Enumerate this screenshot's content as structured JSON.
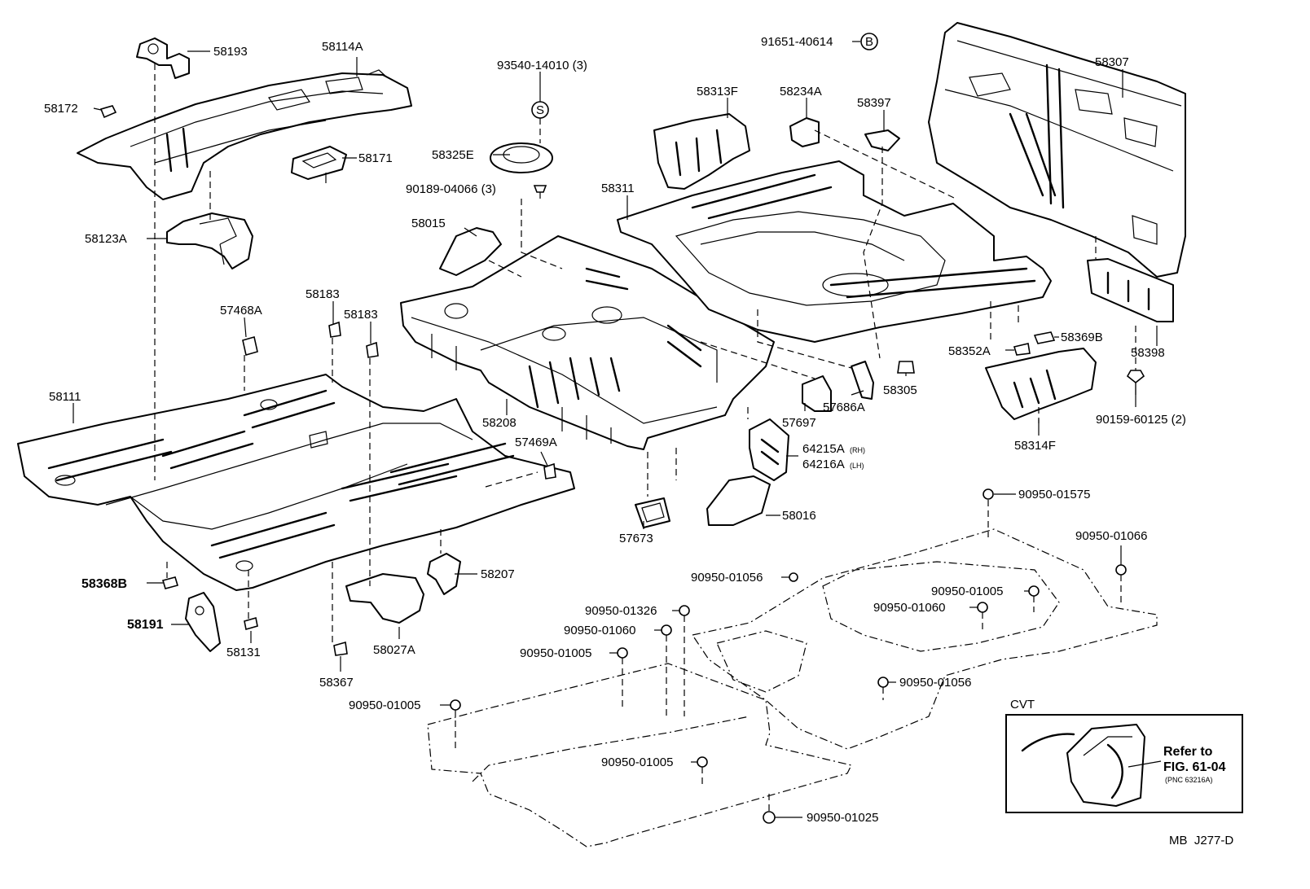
{
  "diagram_id": "MB  J277-D",
  "labels": {
    "p58193": "58193",
    "p58114A": "58114A",
    "p58172": "58172",
    "p58171": "58171",
    "p58123A": "58123A",
    "p93540": "93540-14010 (3)",
    "pS": "S",
    "p58325E": "58325E",
    "p90189": "90189-04066 (3)",
    "p91651": "91651-40614",
    "pB": "B",
    "p58313F": "58313F",
    "p58234A": "58234A",
    "p58397": "58397",
    "p58307": "58307",
    "p58311": "58311",
    "p58015": "58015",
    "p58183a": "58183",
    "p58183b": "58183",
    "p57468A": "57468A",
    "p58111": "58111",
    "p58208": "58208",
    "p57697": "57697",
    "p57686A": "57686A",
    "p58305": "58305",
    "p58352A": "58352A",
    "p58369B": "58369B",
    "p58398": "58398",
    "p90159": "90159-60125 (2)",
    "p58314F": "58314F",
    "p64215A": "64215A",
    "p64215A_sfx": "(RH)",
    "p64216A": "64216A",
    "p64216A_sfx": "(LH)",
    "p57469A": "57469A",
    "p57673": "57673",
    "p58016": "58016",
    "p58368B": "58368B",
    "p58207": "58207",
    "p58191": "58191",
    "p58131": "58131",
    "p58027A": "58027A",
    "p58367": "58367",
    "p90950_01575": "90950-01575",
    "p90950_01066": "90950-01066",
    "p90950_01056a": "90950-01056",
    "p90950_01005a": "90950-01005",
    "p90950_01060a": "90950-01060",
    "p90950_01326": "90950-01326",
    "p90950_01060b": "90950-01060",
    "p90950_01005b": "90950-01005",
    "p90950_01056b": "90950-01056",
    "p90950_01005c": "90950-01005",
    "p90950_01005d": "90950-01005",
    "p90950_01025": "90950-01025"
  },
  "inset": {
    "title": "CVT",
    "refer_line1": "Refer to",
    "refer_line2": "FIG. 61-04",
    "refer_line3": "(PNC 63216A)"
  }
}
